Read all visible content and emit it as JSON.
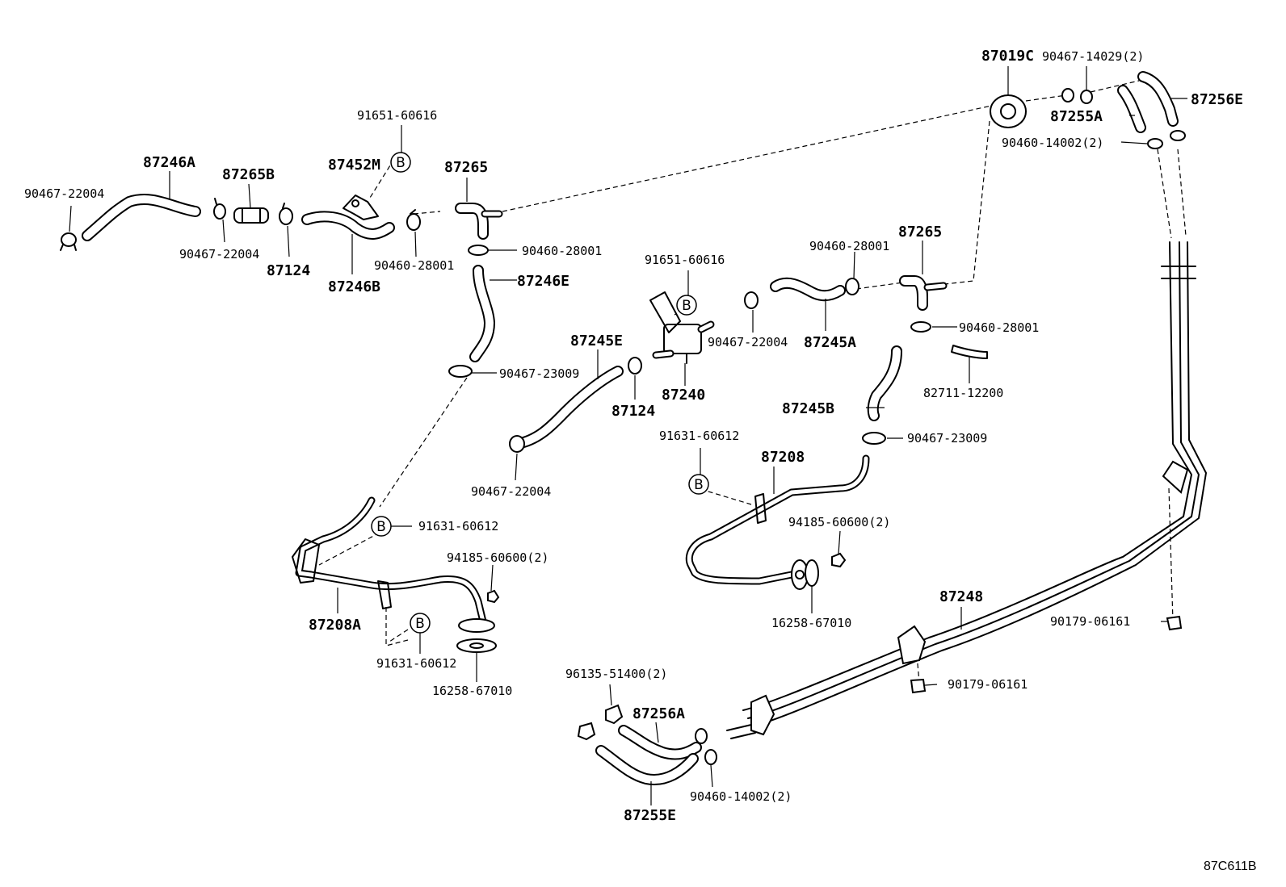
{
  "labels": {
    "l_87246A": "87246A",
    "l_90467_22004_a": "90467-22004",
    "l_87265B": "87265B",
    "l_90467_22004_b": "90467-22004",
    "l_87124_a": "87124",
    "l_91651_60616_a": "91651-60616",
    "l_87452M": "87452M",
    "l_87246B": "87246B",
    "l_87265_a": "87265",
    "l_90460_28001_a": "90460-28001",
    "l_90460_28001_b": "90460-28001",
    "l_87246E": "87246E",
    "l_90467_23009_a": "90467-23009",
    "l_87245E": "87245E",
    "l_87124_b": "87124",
    "l_90467_22004_c": "90467-22004",
    "l_91651_60616_b": "91651-60616",
    "l_87240": "87240",
    "l_90467_22004_d": "90467-22004",
    "l_87245A": "87245A",
    "l_90460_28001_c": "90460-28001",
    "l_87265_b": "87265",
    "l_90460_28001_d": "90460-28001",
    "l_82711_12200": "82711-12200",
    "l_87245B": "87245B",
    "l_90467_23009_b": "90467-23009",
    "l_87019C": "87019C",
    "l_90467_14029": "90467-14029(2)",
    "l_87256E": "87256E",
    "l_87255A": "87255A",
    "l_90460_14002_a": "90460-14002(2)",
    "l_91631_60612_a": "91631-60612",
    "l_87208": "87208",
    "l_94185_60600_a": "94185-60600(2)",
    "l_16258_67010_a": "16258-67010",
    "l_91631_60612_b": "91631-60612",
    "l_94185_60600_b": "94185-60600(2)",
    "l_87208A": "87208A",
    "l_91631_60612_c": "91631-60612",
    "l_16258_67010_b": "16258-67010",
    "l_87248": "87248",
    "l_90179_06161_a": "90179-06161",
    "l_90179_06161_b": "90179-06161",
    "l_96135_51400": "96135-51400(2)",
    "l_87256A": "87256A",
    "l_90460_14002_b": "90460-14002(2)",
    "l_87255E": "87255E"
  },
  "b_marker": "B",
  "figure_code": "87C611B"
}
